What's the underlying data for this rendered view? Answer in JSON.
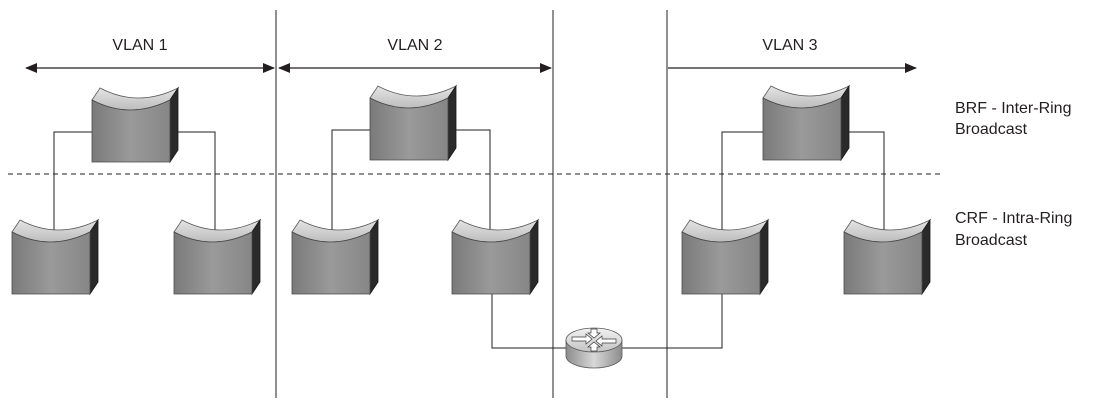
{
  "vlans": [
    {
      "label": "VLAN 1"
    },
    {
      "label": "VLAN 2"
    },
    {
      "label": "VLAN 3"
    }
  ],
  "legend": {
    "brf_line1": "BRF - Inter-Ring",
    "brf_line2": "Broadcast",
    "crf_line1": "CRF - Intra-Ring",
    "crf_line2": "Broadcast"
  },
  "devices": {
    "bridge_count": 9,
    "router_count": 1
  }
}
